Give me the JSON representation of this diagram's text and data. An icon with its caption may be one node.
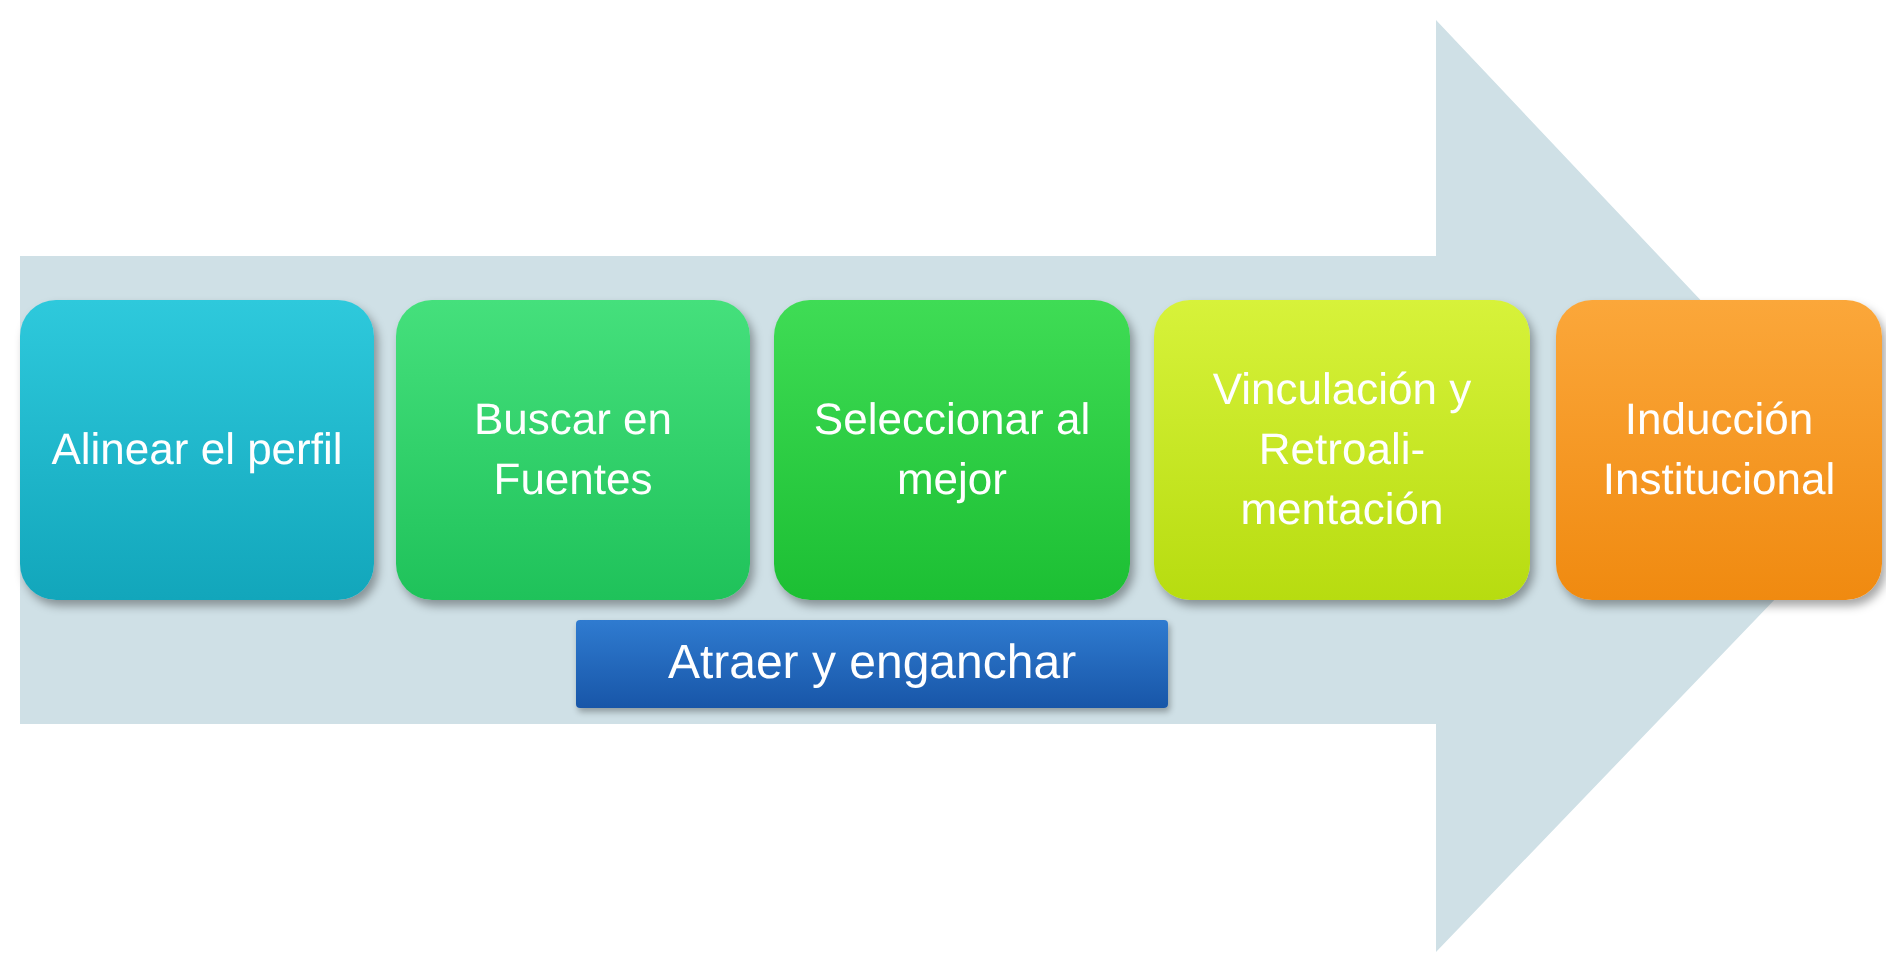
{
  "diagram": {
    "nodes": [
      {
        "text": [
          "Alinear el perfil"
        ]
      },
      {
        "text": [
          "Buscar en Fuentes"
        ]
      },
      {
        "text": [
          "Seleccionar al mejor"
        ]
      },
      {
        "text": [
          "Vinculación y Retroali- mentación"
        ]
      },
      {
        "text": [
          "Inducción Institucional"
        ]
      },
      {
        "text": [
          "Atraer y enganchar"
        ]
      }
    ],
    "edges": [
      {
        "from": 0,
        "to": 4,
        "arrow": "to"
      }
    ]
  }
}
